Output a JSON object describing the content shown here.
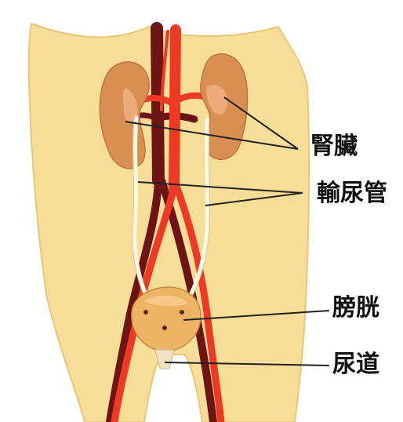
{
  "labels": {
    "kidney": "腎臟",
    "ureter": "輸尿管",
    "bladder": "膀胱",
    "urethra": "尿道"
  },
  "colors": {
    "skin": "#f6de98",
    "skin_outline": "#e8c878",
    "kidney": "#d98e52",
    "kidney_hilum": "#f3b98a",
    "artery": "#ee3a24",
    "vein": "#6d1414",
    "ureter": "#fdf7e6",
    "bladder": "#eeb466",
    "leader_line": "#222222"
  }
}
